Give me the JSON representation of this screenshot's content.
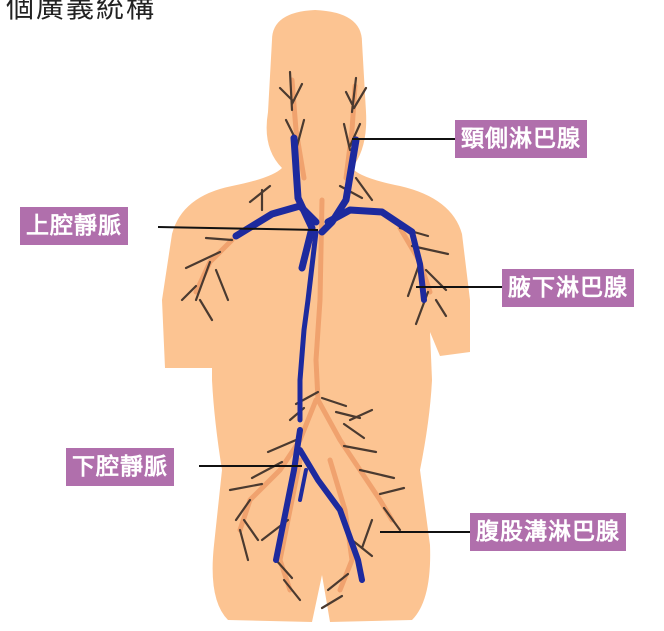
{
  "title": "個廣義統構",
  "labels": {
    "neck": "頸側淋巴腺",
    "svc": "上腔靜脈",
    "axillary": "腋下淋巴腺",
    "ivc": "下腔靜脈",
    "inguinal": "腹股溝淋巴腺"
  },
  "colors": {
    "skin": "#fcc492",
    "vein": "#1d2a9e",
    "lymph_vessel": "#f0a26e",
    "lymph_outline": "#4a3a30",
    "label_bg": "#b06fac",
    "leader_line": "#111111"
  }
}
